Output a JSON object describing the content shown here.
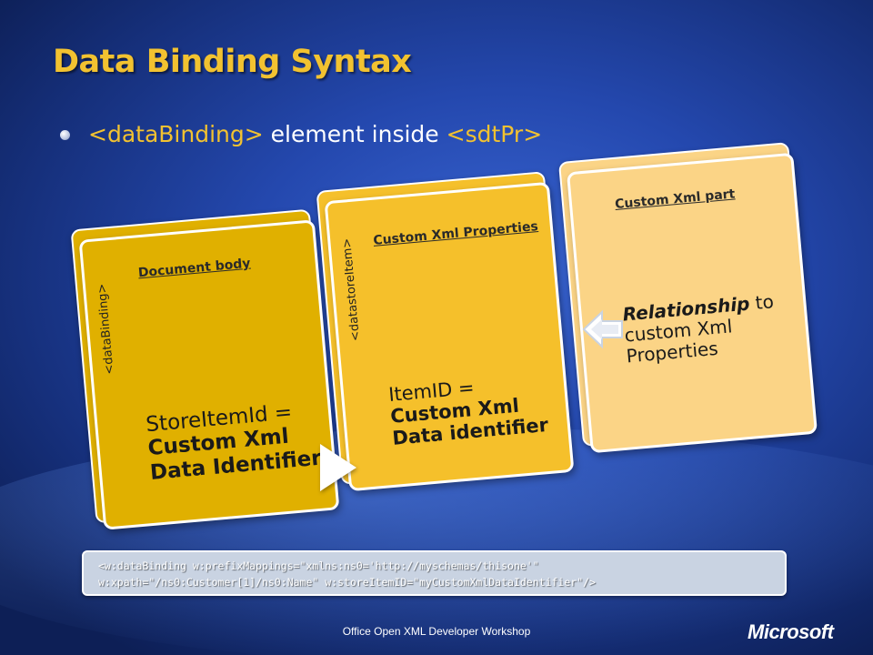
{
  "slide": {
    "title": "Data Binding Syntax",
    "bullet": {
      "tag1": "<dataBinding>",
      "middle": " element inside ",
      "tag2": "<sdtPr>"
    }
  },
  "cards": [
    {
      "vertical_label": "<dataBinding>",
      "heading": "Document body",
      "line1": "StoreItemId =",
      "line2": "Custom Xml",
      "line3": "Data Identifier"
    },
    {
      "vertical_label": "<datastoreItem>",
      "heading": "Custom Xml Properties",
      "line1": "ItemID =",
      "line2": "Custom Xml",
      "line3": "Data identifier"
    },
    {
      "heading": "Custom Xml part",
      "italic": "Relationship",
      "line1_rest": " to",
      "line2": "custom Xml",
      "line3": "Properties"
    }
  ],
  "code": {
    "line1": "<w:dataBinding w:prefixMappings=\"xmlns:ns0='http://myschemas/thisone'\"",
    "line2": "w:xpath=\"/ns0:Customer[1]/ns0:Name\" w:storeItemID=\"myCustomXmlDataIdentifier\"/>"
  },
  "footer": "Office Open XML Developer Workshop",
  "logo": "Microsoft",
  "colors": {
    "title": "#f2c230",
    "card1": "#e0b000",
    "card2": "#f5c02b",
    "card3": "#fbd486",
    "background": "#2448ae"
  },
  "icons": [
    "bullet-dot-icon",
    "arrow-right-icon",
    "arrow-left-icon"
  ]
}
